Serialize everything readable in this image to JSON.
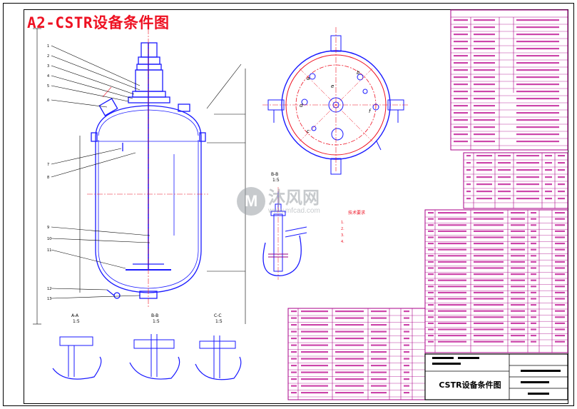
{
  "drawing": {
    "title": "A2-CSTR设备条件图",
    "title_block_name": "CSTR设备条件图"
  },
  "section_labels": {
    "bb_top": "B-B",
    "aa": "A-A",
    "bb": "B-B",
    "cc": "C-C",
    "scale": "1:5"
  },
  "watermark": {
    "logo_letter": "M",
    "text": "沐风网",
    "url": "www.mfcad.com"
  },
  "notes": {
    "title": "技术要求",
    "lines": [
      "1.",
      "2.",
      "3.",
      "4."
    ]
  },
  "colors": {
    "title_red": "#ee1122",
    "vessel_blue": "#1a1aff",
    "table_magenta": "#aa0088",
    "centerline_red": "#ee1122"
  }
}
